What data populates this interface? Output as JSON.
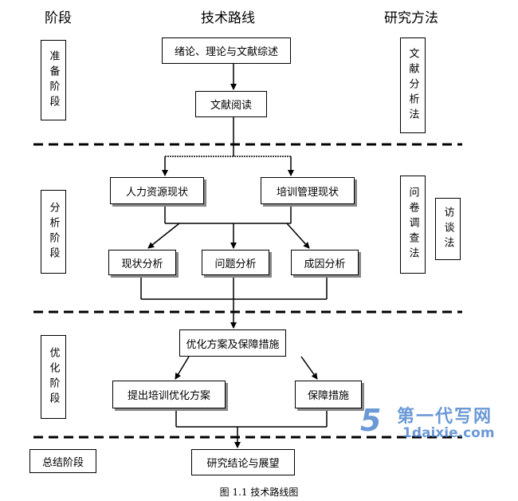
{
  "headers": {
    "stage": "阶段",
    "route": "技术路线",
    "method": "研究方法"
  },
  "stages": {
    "prep": "准备阶段",
    "analysis": "分析阶段",
    "optimize": "优化阶段",
    "summary": "总结阶段"
  },
  "methods": {
    "literature": "文献分析法",
    "questionnaire": "问卷调查法",
    "interview": "访谈法"
  },
  "route": {
    "intro": "绪论、理论与文献综述",
    "reading": "文献阅读",
    "hr_status": "人力资源现状",
    "training_status": "培训管理现状",
    "status_analysis": "现状分析",
    "problem_analysis": "问题分析",
    "cause_analysis": "成因分析",
    "plan_measures": "优化方案及保障措施",
    "training_plan": "提出培训优化方案",
    "safeguards": "保障措施",
    "conclusion": "研究结论与展望"
  },
  "caption": "图 1.1  技术路线图",
  "watermark": {
    "cn": "第一代写网",
    "en": "1daixie.com"
  },
  "colors": {
    "line": "#000000",
    "watermark": "#3a78c9"
  }
}
